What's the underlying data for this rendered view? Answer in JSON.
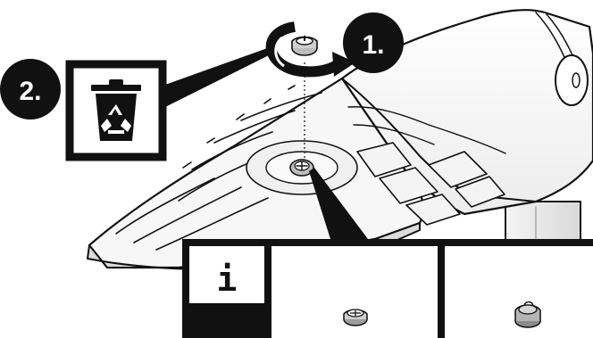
{
  "steps": {
    "step1_label": "1.",
    "step2_label": "2."
  },
  "info_panel": {
    "info_symbol": "i"
  },
  "icons": {
    "recycle": "trash-recycle-icon",
    "rotate": "rotate-counterclockwise-icon",
    "info": "info-icon"
  },
  "colors": {
    "ink": "#111111",
    "paper": "#ffffff",
    "shade": "#e6e6e6"
  }
}
